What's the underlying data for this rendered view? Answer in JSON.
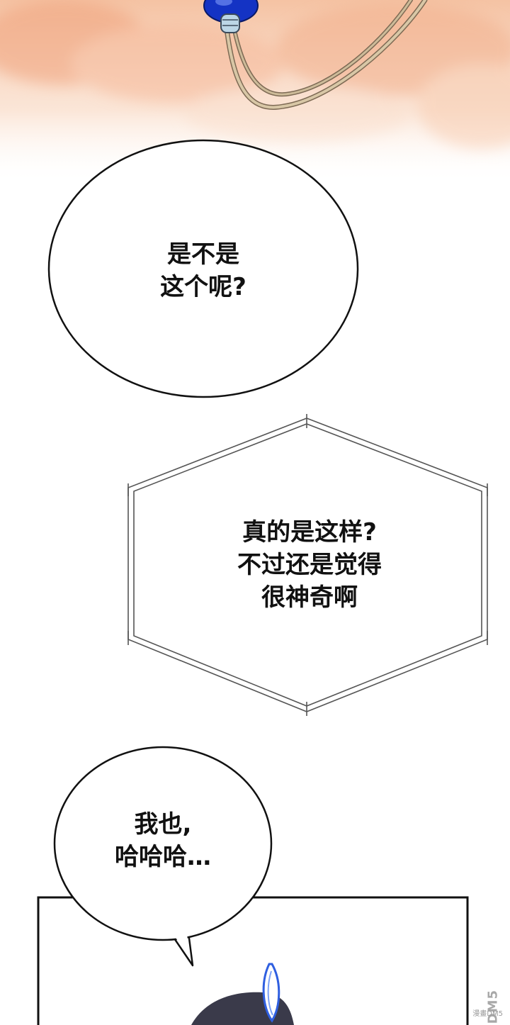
{
  "bubbles": [
    {
      "id": "bubble-1",
      "lines": [
        "是不是",
        "这个呢?"
      ]
    },
    {
      "id": "bubble-2",
      "lines": [
        "真的是这样?",
        "不过还是觉得",
        "很神奇啊"
      ]
    },
    {
      "id": "bubble-3",
      "lines": [
        "我也,",
        "哈哈哈…"
      ]
    }
  ],
  "watermark": {
    "logo": "DM5",
    "site": "漫畫DM5"
  },
  "colors": {
    "wash": "#f6c9a8",
    "rope": "#c9b89a",
    "bead": "#1a3fd0",
    "outline": "#111111",
    "hair": "#3a3a4a"
  }
}
